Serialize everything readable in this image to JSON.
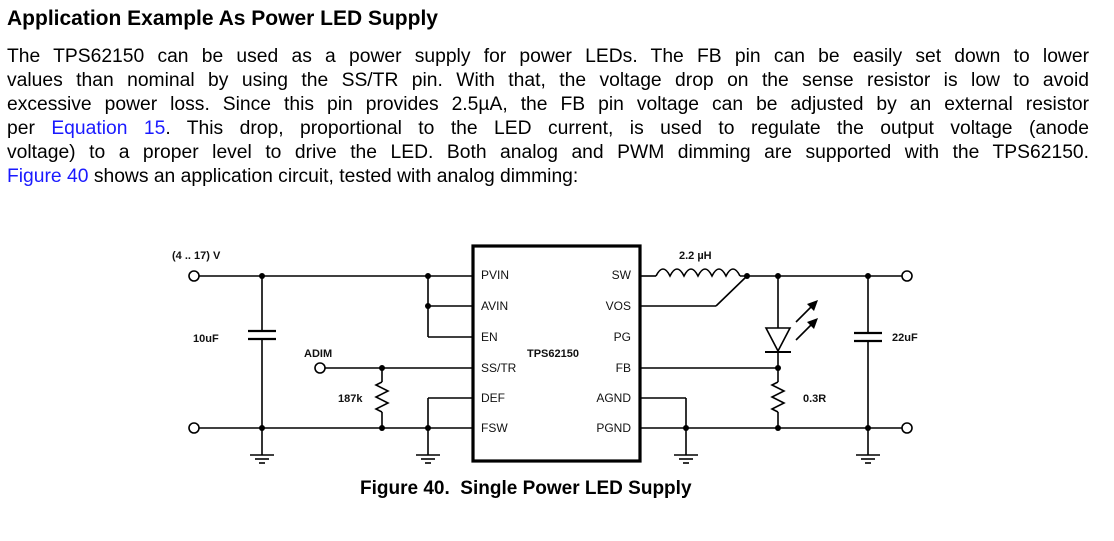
{
  "section": {
    "heading": "Application Example As Power LED Supply",
    "paragraph": {
      "line1": "The TPS62150 can be used as a power supply for power LEDs. The FB pin can be easily set down to lower",
      "line2": "values than nominal by using the SS/TR pin. With that, the voltage drop on the sense resistor is low to avoid",
      "line3": "excessive power loss. Since this pin provides 2.5µA, the FB pin voltage can be adjusted by an external resistor",
      "line4_pre": "per ",
      "line4_link": "Equation 15",
      "line4_post": ". This drop, proportional to the LED current, is used to regulate the output voltage (anode",
      "line5": "voltage) to a proper level to drive the LED. Both analog and PWM dimming are supported with the TPS62150.",
      "line6_link": "Figure 40",
      "line6_post": " shows an application circuit, tested with analog dimming:"
    },
    "link_color": "#1a1aff"
  },
  "figure": {
    "input_voltage": "(4 .. 17) V",
    "input_cap": "10uF",
    "adim": "ADIM",
    "resistor_adim": "187k",
    "inductor": "2.2 µH",
    "output_cap": "22uF",
    "sense_resistor": "0.3R",
    "ic_name": "TPS62150",
    "pins_left": [
      "PVIN",
      "AVIN",
      "EN",
      "SS/TR",
      "DEF",
      "FSW"
    ],
    "pins_right": [
      "SW",
      "VOS",
      "PG",
      "FB",
      "AGND",
      "PGND"
    ],
    "caption": "Figure 40.  Single Power LED Supply"
  }
}
